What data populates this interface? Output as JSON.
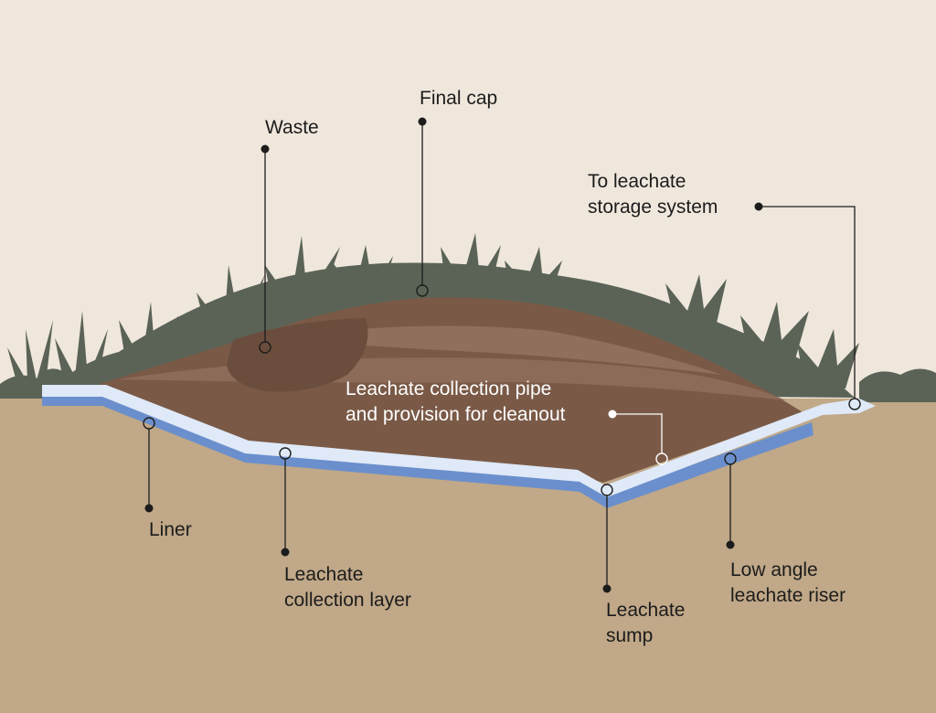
{
  "labels": {
    "final_cap": "Final cap",
    "waste": "Waste",
    "to_storage_line1": "To leachate",
    "to_storage_line2": "storage system",
    "pipe_line1": "Leachate collection pipe",
    "pipe_line2": "and provision for cleanout",
    "liner": "Liner",
    "collection_layer_line1": "Leachate",
    "collection_layer_line2": "collection layer",
    "sump_line1": "Leachate",
    "sump_line2": "sump",
    "riser_line1": "Low angle",
    "riser_line2": "leachate riser"
  },
  "colors": {
    "sky": "#efe7dc",
    "ground": "#c0a888",
    "vegetation": "#5a6356",
    "fill_dark": "#7a5a47",
    "fill_light": "#90705d",
    "waste": "#6b4d3d",
    "liner": "#6b8fcc",
    "collection_layer": "#dfe9f8"
  }
}
